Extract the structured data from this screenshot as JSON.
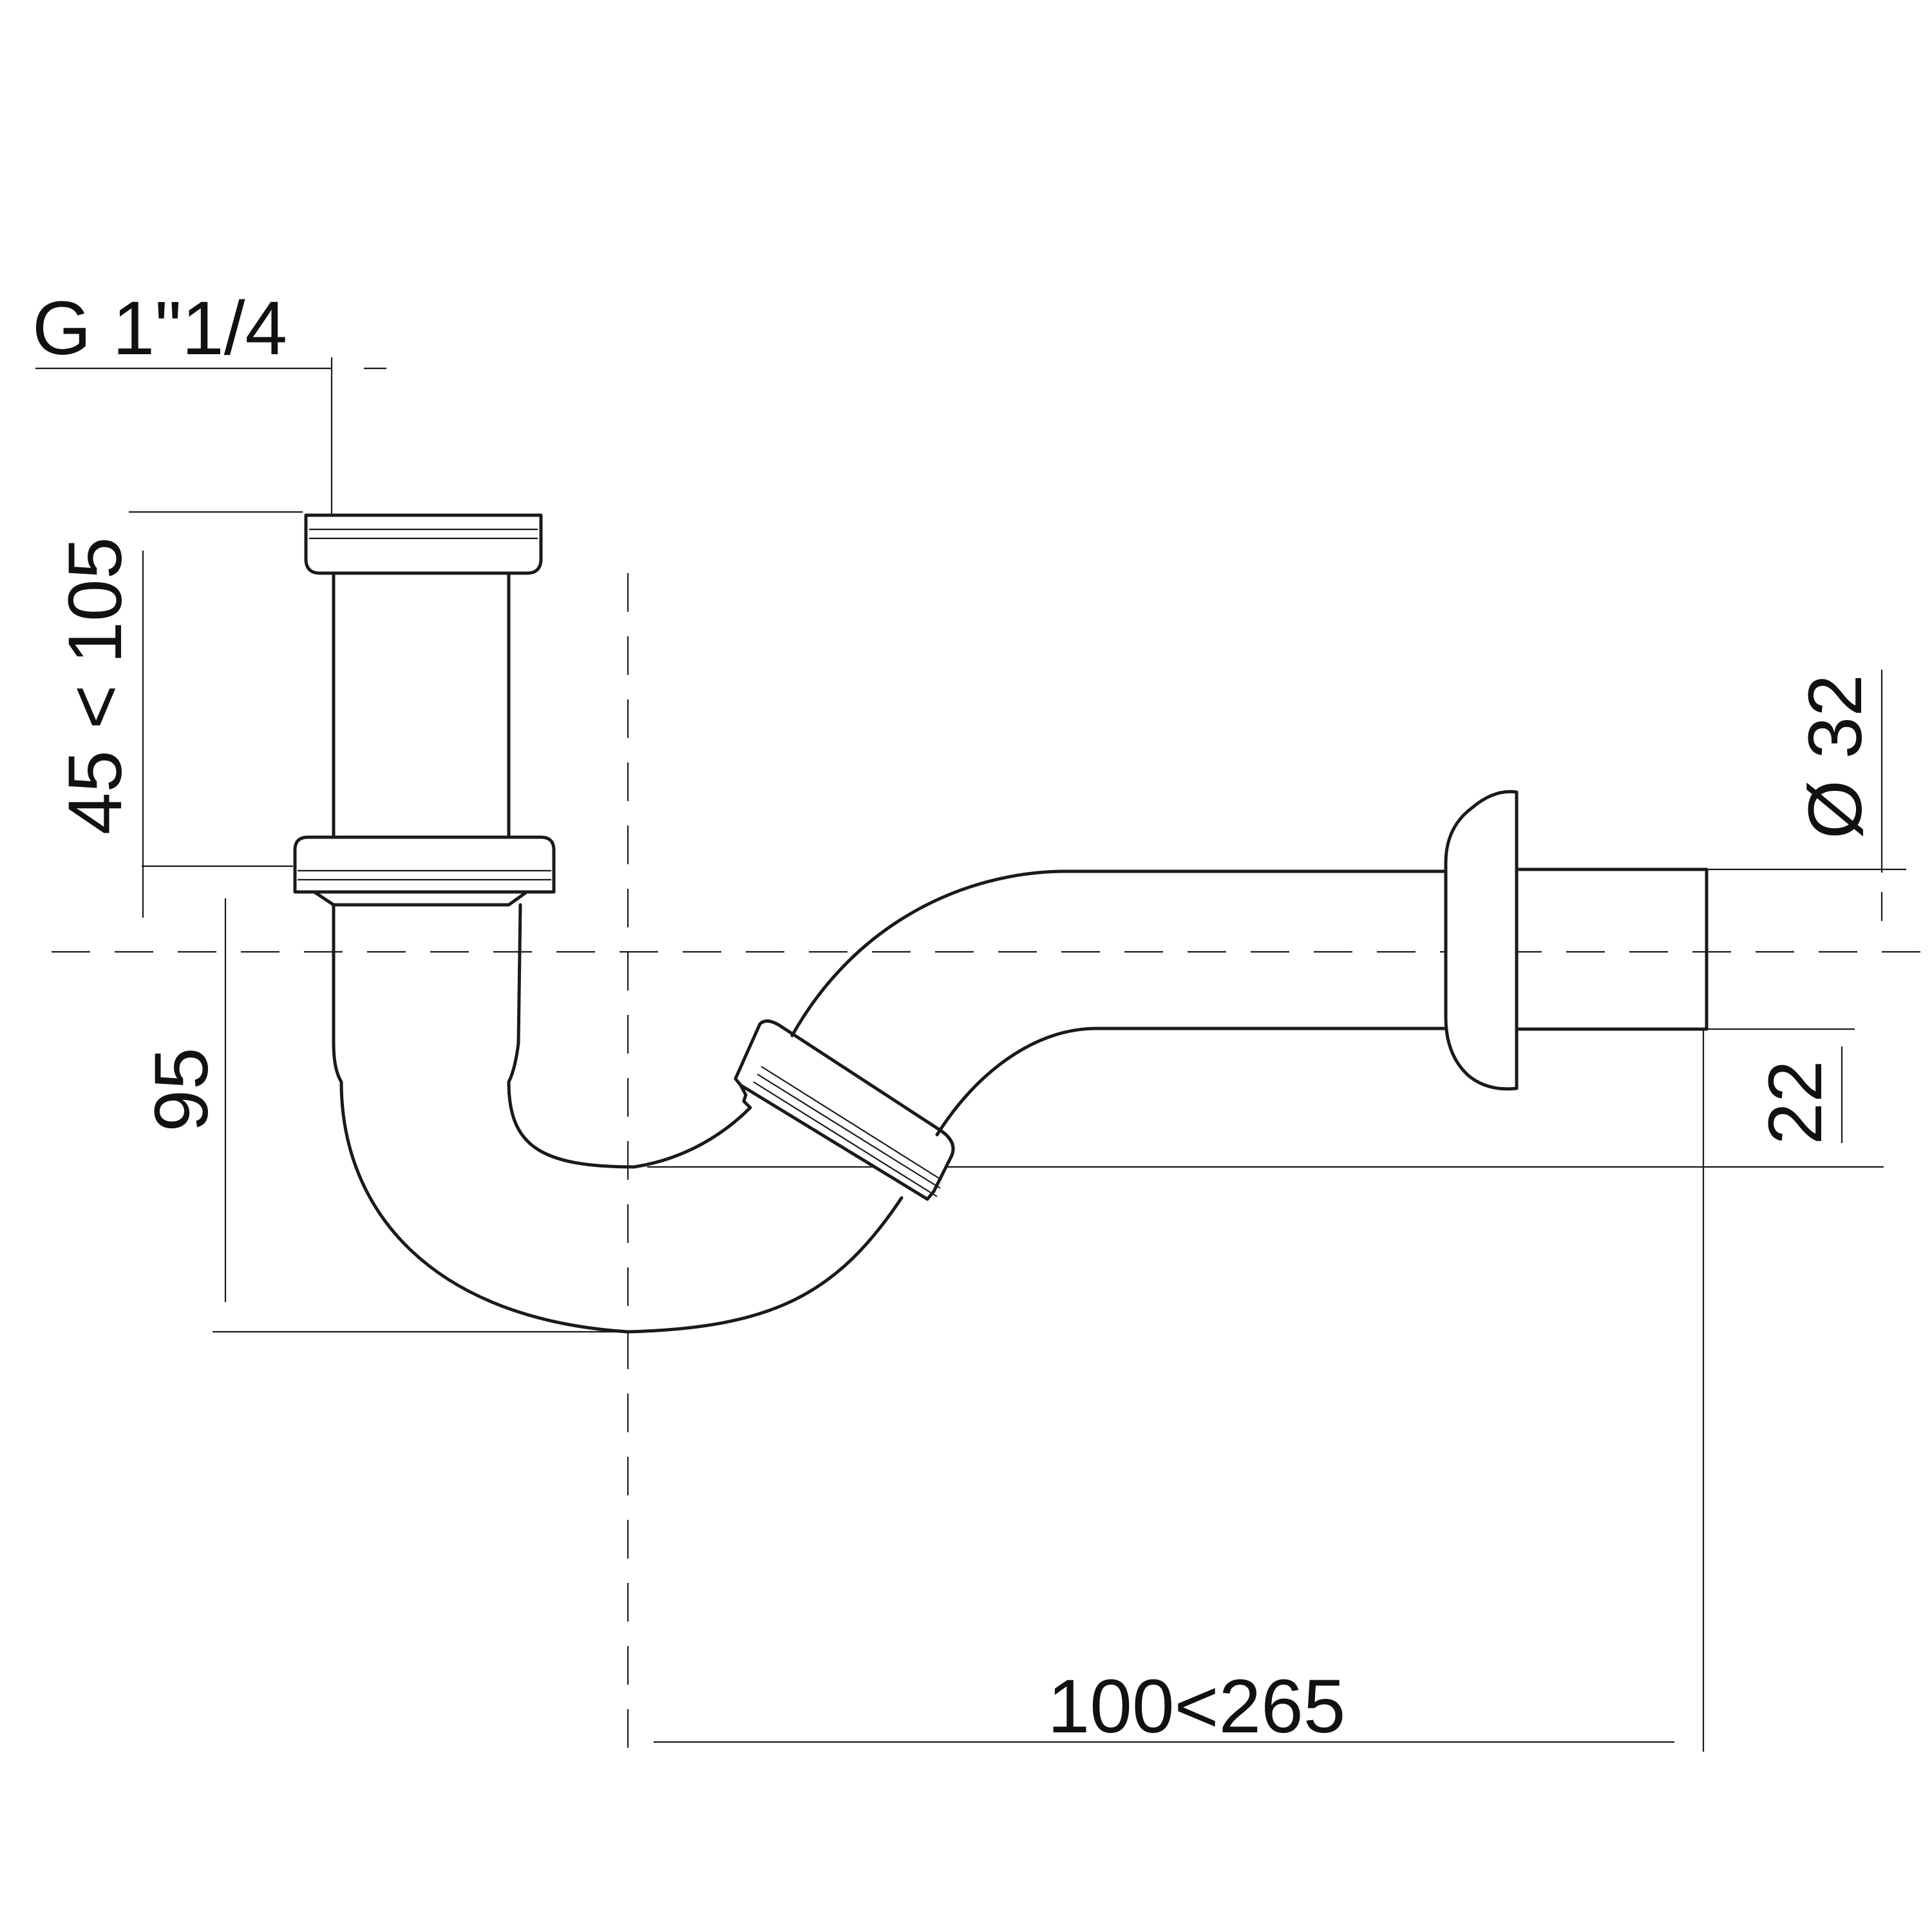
{
  "dimensions": {
    "thread": "G 1\"1/4",
    "tailpiece_length": "45 < 105",
    "trap_depth": "95",
    "outlet_diameter": "Ø 32",
    "seal_offset": "22",
    "horizontal_reach": "100<265"
  }
}
